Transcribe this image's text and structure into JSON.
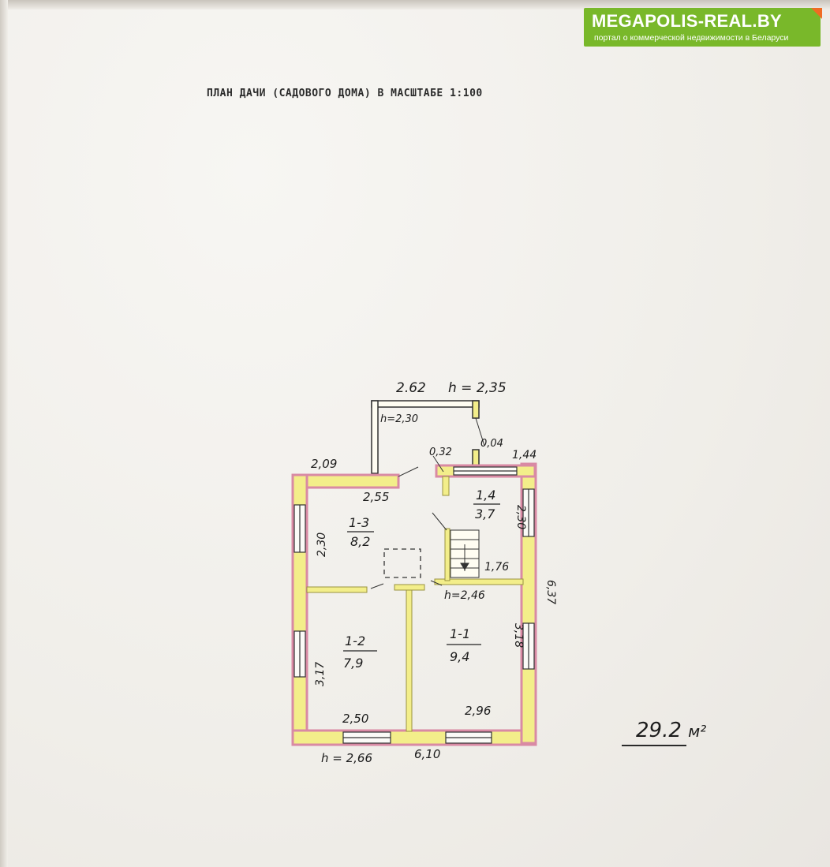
{
  "title": "ПЛАН ДАЧИ (САДОВОГО ДОМА) В МАСШТАБЕ 1:100",
  "brand": {
    "name": "MEGAPOLIS-REAL.BY",
    "tagline": "портал о коммерческой недвижимости в Беларуси",
    "color": "#79b82a",
    "accent": "#f06b23"
  },
  "colors": {
    "wall_fill": "#f3ee8a",
    "wall_outline": "#d98aa4",
    "ink": "#1c1c1c"
  },
  "rooms": [
    {
      "id": "1-1",
      "area": "9,4"
    },
    {
      "id": "1-2",
      "area": "7,9"
    },
    {
      "id": "1-3",
      "area": "8,2"
    },
    {
      "id": "1,4",
      "area": "3,7"
    }
  ],
  "dimensions": {
    "porch_width": "2.62",
    "porch_height": "h = 2,35",
    "porch_inner_height": "h=2,30",
    "porch_depth": "0,04",
    "offset": "0,32",
    "top_right": "1,44",
    "top_left": "2,09",
    "room13_width": "2,55",
    "room13_height": "2,30",
    "room14_height": "2,30",
    "stair_width": "1,76",
    "inner_height": "h=2,46",
    "right_total": "6,37",
    "room11_height": "3,18",
    "room12_height": "3,17",
    "bottom_left": "2,50",
    "bottom_right": "2,96",
    "bottom_height": "h = 2,66",
    "bottom_total": "6,10"
  },
  "total_area": {
    "value": "29.2",
    "unit": "м²"
  }
}
